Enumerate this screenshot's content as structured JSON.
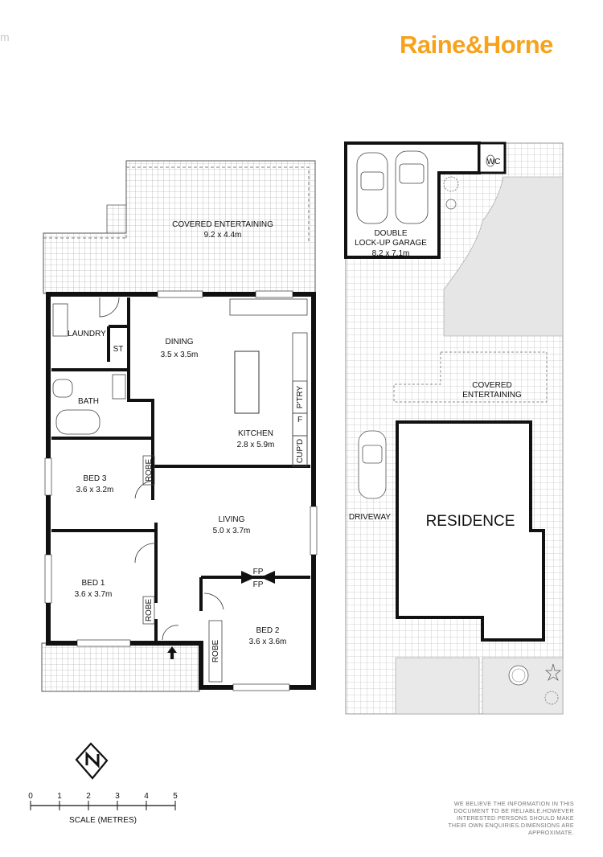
{
  "header": {
    "corner_text": "m",
    "logo_text": "Raine&Horne",
    "brand_color": "#f7a21b"
  },
  "house": {
    "rooms": [
      {
        "key": "covered_entertaining",
        "name": "COVERED ENTERTAINING",
        "dims": "9.2 x 4.4m"
      },
      {
        "key": "laundry",
        "name": "LAUNDRY",
        "dims": ""
      },
      {
        "key": "st",
        "name": "ST",
        "dims": ""
      },
      {
        "key": "dining",
        "name": "DINING",
        "dims": "3.5 x 3.5m"
      },
      {
        "key": "bath",
        "name": "BATH",
        "dims": ""
      },
      {
        "key": "kitchen",
        "name": "KITCHEN",
        "dims": "2.8 x 5.9m"
      },
      {
        "key": "bed3",
        "name": "BED 3",
        "dims": "3.6 x 3.2m"
      },
      {
        "key": "living",
        "name": "LIVING",
        "dims": "5.0 x 3.7m"
      },
      {
        "key": "bed1",
        "name": "BED 1",
        "dims": "3.6 x 3.7m"
      },
      {
        "key": "bed2",
        "name": "BED 2",
        "dims": "3.6 x 3.6m"
      }
    ],
    "fixtures": {
      "pantry": "P'TRY",
      "fridge": "F",
      "cupboard": "CUP'D",
      "robe": "ROBE",
      "fireplace": "FP"
    }
  },
  "site": {
    "wc": "WC",
    "garage_line1": "DOUBLE",
    "garage_line2": "LOCK-UP GARAGE",
    "garage_dims": "8.2 x 7.1m",
    "covered_line1": "COVERED",
    "covered_line2": "ENTERTAINING",
    "driveway": "DRIVEWAY",
    "residence": "RESIDENCE"
  },
  "scale": {
    "ticks": [
      "0",
      "1",
      "2",
      "3",
      "4",
      "5"
    ],
    "label": "SCALE (METRES)"
  },
  "disclaimer": "WE BELIEVE THE INFORMATION IN THIS DOCUMENT TO BE RELIABLE.HOWEVER INTERESTED PERSONS SHOULD MAKE THEIR OWN ENQUIRIES.DIMENSIONS ARE APPROXIMATE."
}
